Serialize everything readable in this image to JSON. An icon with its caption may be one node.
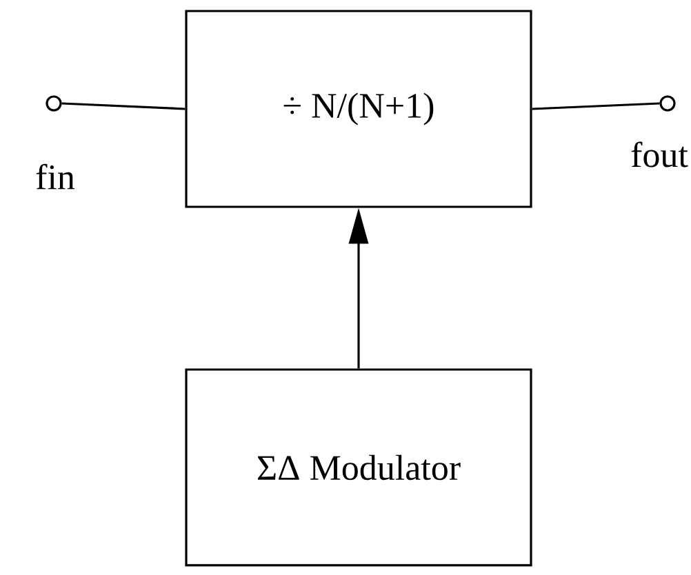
{
  "diagram": {
    "nodes": [
      {
        "text": [
          "÷ N/(N+1)"
        ]
      },
      {
        "text": [
          "ΣΔ Modulator"
        ]
      },
      {
        "text": [],
        "shape": "circle",
        "beside": [
          "fin"
        ]
      },
      {
        "text": [],
        "shape": "circle",
        "beside": [
          "fout"
        ]
      }
    ],
    "edges": [
      {
        "from": 2,
        "to": 0,
        "arrow": "none"
      },
      {
        "from": 0,
        "to": 3,
        "arrow": "none"
      },
      {
        "from": 1,
        "to": 0,
        "arrow": "to"
      }
    ]
  }
}
